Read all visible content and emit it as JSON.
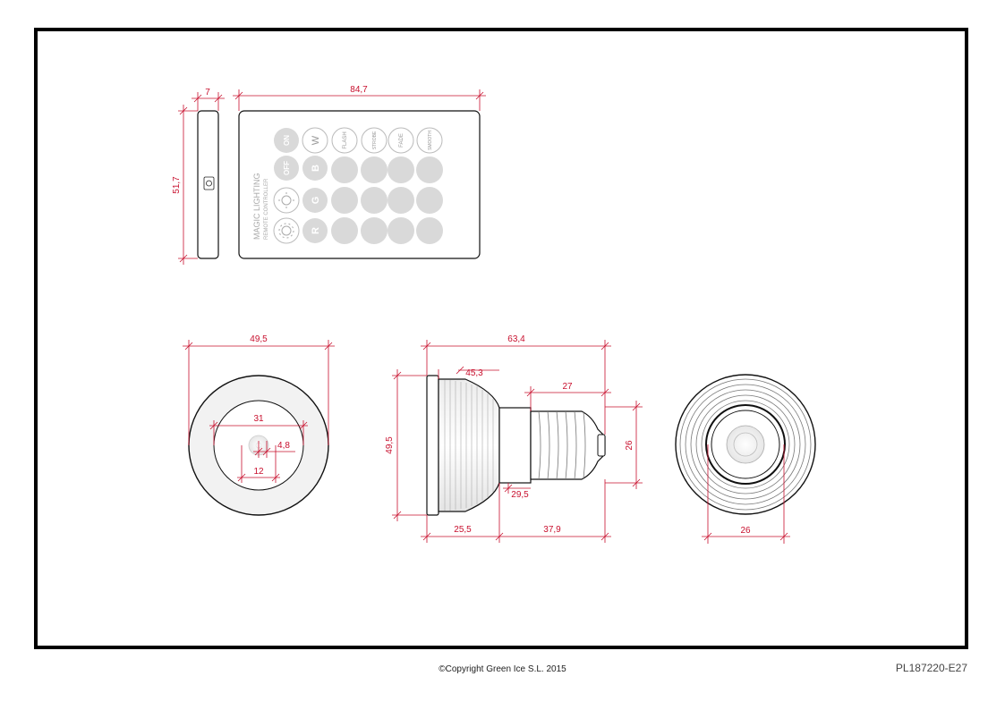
{
  "footer": {
    "copyright": "©Copyright Green Ice S.L. 2015",
    "code": "PL187220-E27"
  },
  "colors": {
    "dimension": "#c8102e",
    "outline": "#111111",
    "button_fill": "#d9d9d9",
    "frame": "#000000"
  },
  "remote": {
    "brand_line1": "MAGIC LIGHTING",
    "brand_line2": "REMOTE CONTROLLER",
    "buttons_col1": [
      "ON",
      "OFF",
      "",
      ""
    ],
    "buttons_col2": [
      "W",
      "B",
      "G",
      "R"
    ],
    "buttons_row1_outline": [
      "FLASH",
      "STROBE",
      "FADE",
      "SMOOTH"
    ],
    "dims": {
      "thickness": "7",
      "width": "84,7",
      "height": "51,7"
    }
  },
  "bulb_front": {
    "dims": {
      "outer": "49,5",
      "inner": "31",
      "lens": "4,8",
      "small": "12"
    }
  },
  "bulb_side": {
    "dims": {
      "length": "63,4",
      "reflector": "45,3",
      "base_len": "27",
      "base_dia": "26",
      "head_dia": "49,5",
      "neck": "29,5",
      "front_part": "25,5",
      "rear_part": "37,9"
    }
  },
  "bulb_rear": {
    "dims": {
      "dia": "26"
    }
  }
}
